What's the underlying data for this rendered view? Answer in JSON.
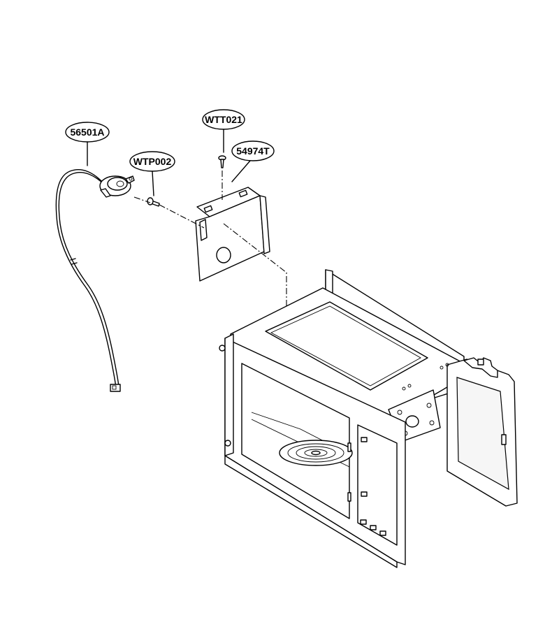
{
  "callouts": {
    "harness": "56501A",
    "screw_plate": "WTP002",
    "screw_top": "WTT021",
    "bracket": "54974T"
  },
  "icons": {
    "harness_sensor": "thermal-sensor-icon",
    "bracket": "bracket-plate-icon",
    "cavity": "oven-cavity-icon"
  }
}
